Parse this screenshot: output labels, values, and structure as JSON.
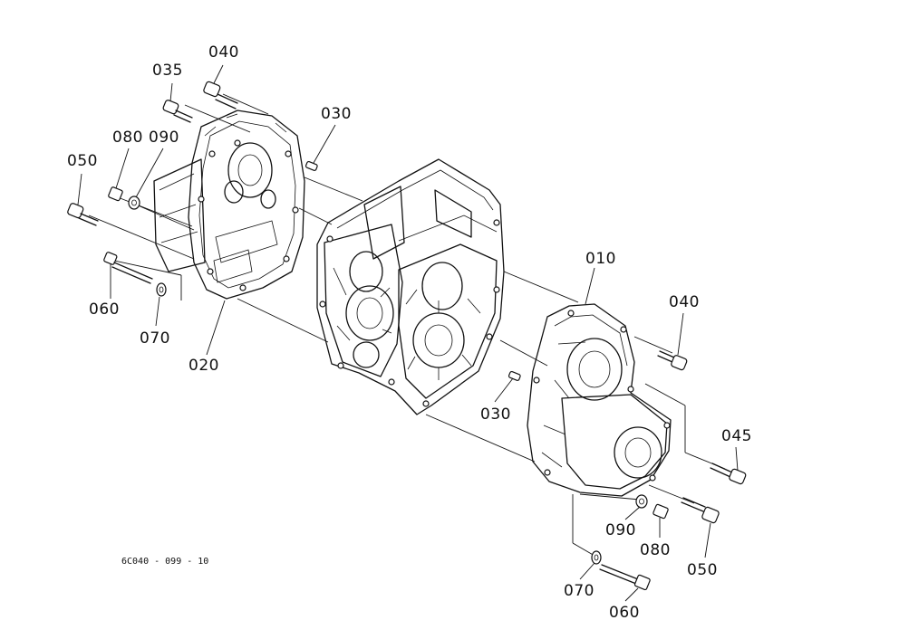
{
  "labels": {
    "p040_top": "040",
    "p035": "035",
    "p030_top": "030",
    "p080_left": "080",
    "p090_left": "090",
    "p050_left": "050",
    "p060_left": "060",
    "p070_left": "070",
    "p020": "020",
    "p010": "010",
    "p040_right": "040",
    "p030_mid": "030",
    "p045": "045",
    "p090_right": "090",
    "p080_right": "080",
    "p050_right": "050",
    "p070_right": "070",
    "p060_right": "060"
  },
  "drawing_ref": "6C040 - 099 - 10"
}
